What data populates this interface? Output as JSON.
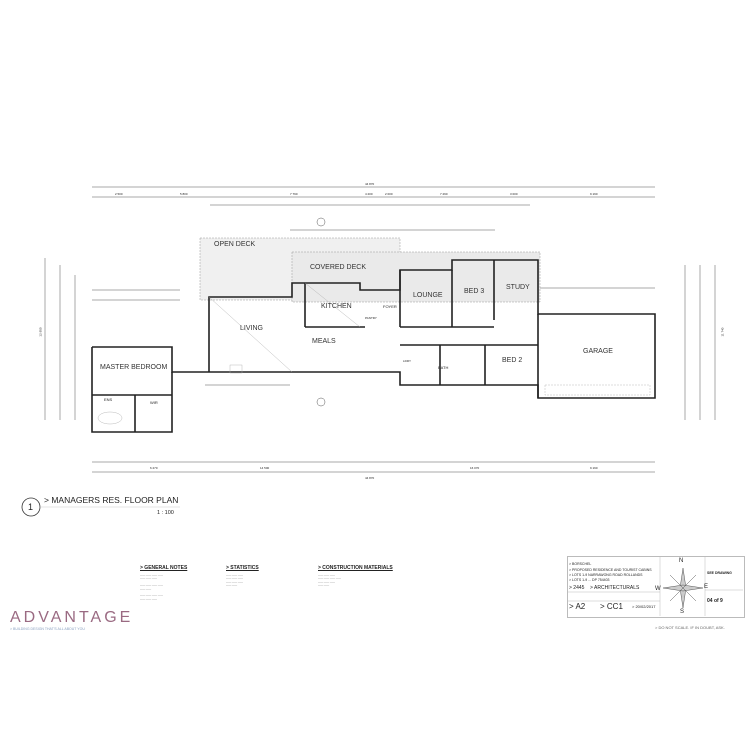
{
  "drawing": {
    "number": "1",
    "title": "> MANAGERS RES. FLOOR PLAN",
    "scale": "1 : 100"
  },
  "rooms": {
    "open_deck": "OPEN DECK",
    "covered_deck": "COVERED DECK",
    "kitchen": "KITCHEN",
    "living": "LIVING",
    "meals": "MEALS",
    "foyer": "FOYER",
    "lounge": "LOUNGE",
    "bed3": "BED 3",
    "study": "STUDY",
    "bed2": "BED 2",
    "garage": "GARAGE",
    "master": "MASTER BEDROOM",
    "ens": "ENS",
    "wir": "WIR",
    "bath": "BATH",
    "pantry": "PANTRY",
    "laundry": "LDRY"
  },
  "dimensions": {
    "overall_top": "44 870",
    "overall_bottom": "44 870",
    "top_row": [
      "2 500",
      "5 800",
      "7 790",
      "4 200",
      "2 000",
      "7 290",
      "3 000",
      "9 190"
    ],
    "bottom_row": [
      "6 270",
      "14 500",
      "16 070",
      "9 190"
    ],
    "right": "11 740",
    "left": "12 950"
  },
  "notes": {
    "general_title": "> GENERAL NOTES",
    "statistics_title": "> STATISTICS",
    "materials_title": "> CONSTRUCTION MATERIALS"
  },
  "logo": {
    "name": "ADVANTAGE",
    "tagline": "> BUILDING DESIGN THAT'S ALL ABOUT YOU",
    "color": "#9a6a82"
  },
  "title_block": {
    "client": "> BORSCHEL",
    "project": "> PROPOSED RESIDENCE AND TOURIST CABINS",
    "address_1": "> LOTS 1-9 NARRAWONG ROAD ROLLANDS",
    "address_2": "> LOTS 1-9 ... DP 754403",
    "job": "> 2445",
    "discipline": "> ARCHITECTURALS",
    "sheet_size": "> A2",
    "drawing_no": "> CC1",
    "date": "> 20/02/2017",
    "sheet": "04 of 9",
    "status": "SEE DRAWING",
    "disclaimer": "> DO NOT SCALE. IF IN DOUBT, ASK.",
    "north": "N",
    "east": "E",
    "south": "S",
    "west": "W"
  }
}
